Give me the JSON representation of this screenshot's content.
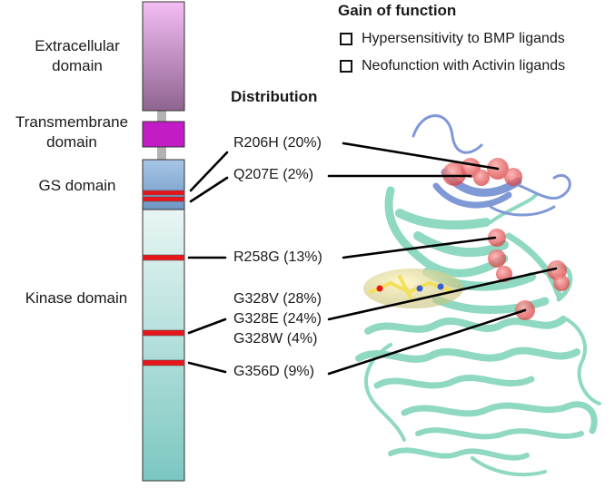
{
  "domains": [
    {
      "label": "Extracellular\ndomain",
      "color_top": "#f4bdf4",
      "color_bottom": "#8f6490"
    },
    {
      "label": "Transmembrane\ndomain",
      "color_top": "#c21cc6",
      "color_bottom": "#c21cc6"
    },
    {
      "label": "GS domain",
      "color_top": "#a7c7e7",
      "color_bottom": "#6e96c4"
    },
    {
      "label": "Kinase domain",
      "color_top": "#e8f6f4",
      "color_bottom": "#7cc7c1"
    }
  ],
  "legend": {
    "title": "Gain of function",
    "items": [
      "Hypersensitivity to BMP ligands",
      "Neofunction with Activin ligands"
    ]
  },
  "distribution": {
    "title": "Distribution",
    "mutations": [
      {
        "id": "r206h",
        "label": "R206H (20%)"
      },
      {
        "id": "q207e",
        "label": "Q207E (2%)"
      },
      {
        "id": "r258g",
        "label": "R258G (13%)"
      },
      {
        "id": "g328",
        "label": "G328V (28%)\nG328E (24%)\nG328W (4%)"
      },
      {
        "id": "g356d",
        "label": "G356D (9%)"
      }
    ]
  },
  "colors": {
    "mutation_band": "#e8161b",
    "leader_line": "#000000",
    "protein_ribbon": "#8fd8c2",
    "protein_loop": "#7f98d6",
    "highlight_sphere": "#e05b5b",
    "ligand": "#f2e05a"
  }
}
